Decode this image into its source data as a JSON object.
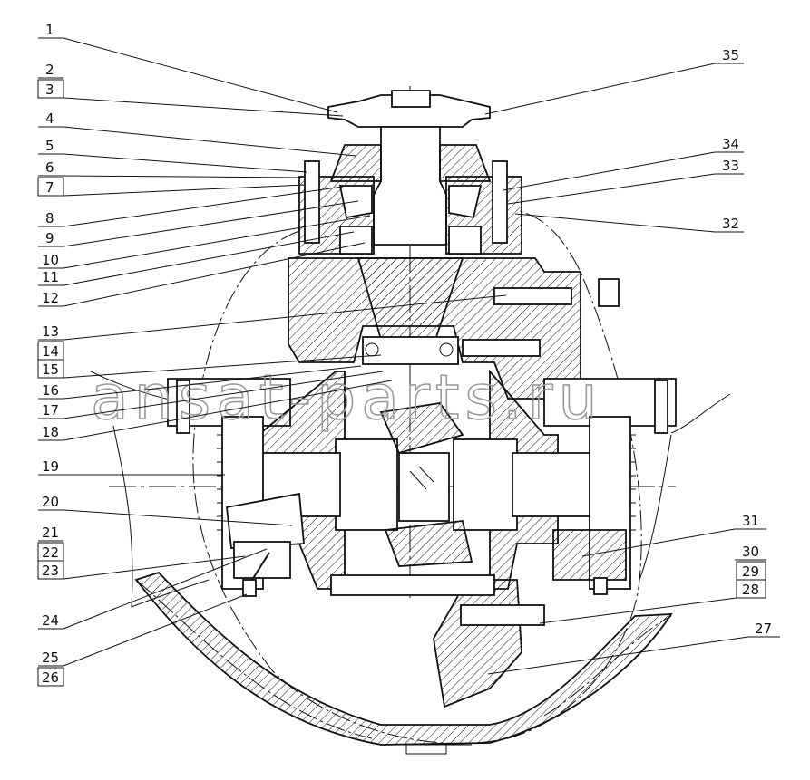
{
  "left_labels": [
    {
      "text": "1",
      "boxed": false
    },
    {
      "text": "2",
      "boxed": false
    },
    {
      "text": "3",
      "boxed": true
    },
    {
      "text": "4",
      "boxed": false
    },
    {
      "text": "5",
      "boxed": false
    },
    {
      "text": "6",
      "boxed": false
    },
    {
      "text": "7",
      "boxed": true
    },
    {
      "text": "8",
      "boxed": false
    },
    {
      "text": "9",
      "boxed": false
    },
    {
      "text": "10",
      "boxed": false
    },
    {
      "text": "11",
      "boxed": false
    },
    {
      "text": "12",
      "boxed": false
    },
    {
      "text": "13",
      "boxed": false
    },
    {
      "text": "14",
      "boxed": true
    },
    {
      "text": "15",
      "boxed": true
    },
    {
      "text": "16",
      "boxed": false
    },
    {
      "text": "17",
      "boxed": false
    },
    {
      "text": "18",
      "boxed": false
    },
    {
      "text": "19",
      "boxed": false
    },
    {
      "text": "20",
      "boxed": false
    },
    {
      "text": "21",
      "boxed": false
    },
    {
      "text": "22",
      "boxed": true
    },
    {
      "text": "23",
      "boxed": true
    },
    {
      "text": "24",
      "boxed": false
    },
    {
      "text": "25",
      "boxed": false
    },
    {
      "text": "26",
      "boxed": true
    }
  ],
  "right_labels": [
    {
      "text": "35",
      "boxed": false
    },
    {
      "text": "34",
      "boxed": false
    },
    {
      "text": "33",
      "boxed": false
    },
    {
      "text": "32",
      "boxed": false
    },
    {
      "text": "31",
      "boxed": false
    },
    {
      "text": "30",
      "boxed": false
    },
    {
      "text": "29",
      "boxed": true
    },
    {
      "text": "28",
      "boxed": true
    },
    {
      "text": "27",
      "boxed": false
    }
  ],
  "watermark": "ansat-parts.ru",
  "colors": {
    "line": "#111111",
    "background": "#ffffff",
    "watermark": "#9a9a9a"
  }
}
